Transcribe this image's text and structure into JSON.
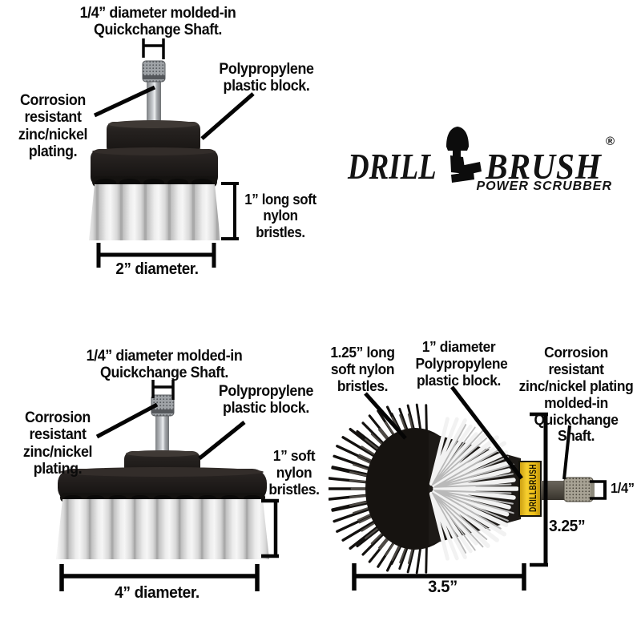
{
  "logo": {
    "drill": "DRILL",
    "brush": "BRUSH",
    "registered": "®",
    "tagline": "POWER SCRUBBER"
  },
  "brush2": {
    "shaft_label": "1/4” diameter molded-in\nQuickchange Shaft.",
    "block_label": "Polypropylene\nplastic block.",
    "plating_label": "Corrosion\nresistant\nzinc/nickel\nplating.",
    "bristles_label": "1” long soft\nnylon bristles.",
    "diameter_label": "2” diameter."
  },
  "brush4": {
    "shaft_label": "1/4” diameter molded-in\nQuickchange Shaft.",
    "block_label": "Polypropylene\nplastic block.",
    "plating_label": "Corrosion\nresistant\nzinc/nickel\nplating.",
    "bristles_label": "1” soft\nnylon\nbristles.",
    "diameter_label": "4” diameter."
  },
  "brushBall": {
    "bristles_label": "1.25” long\nsoft nylon\nbristles.",
    "block_label": "1” diameter\nPolypropylene\nplastic block.",
    "shaft_label": "Corrosion resistant\nzinc/nickel plating\nmolded-in\nQuickchange\nShaft.",
    "shaft_diameter_label": "1/4”",
    "height_label": "3.25”",
    "width_label": "3.5”",
    "collar_text": "DRILLBRUSH"
  },
  "colors": {
    "annotation": "#050505",
    "block_dark": "#211d1a",
    "bristle_white": "#ededed",
    "bristle_black": "#13110f",
    "shaft_silver": "#b9bcc0",
    "collar_yellow": "#f2c21c",
    "background": "#ffffff"
  }
}
